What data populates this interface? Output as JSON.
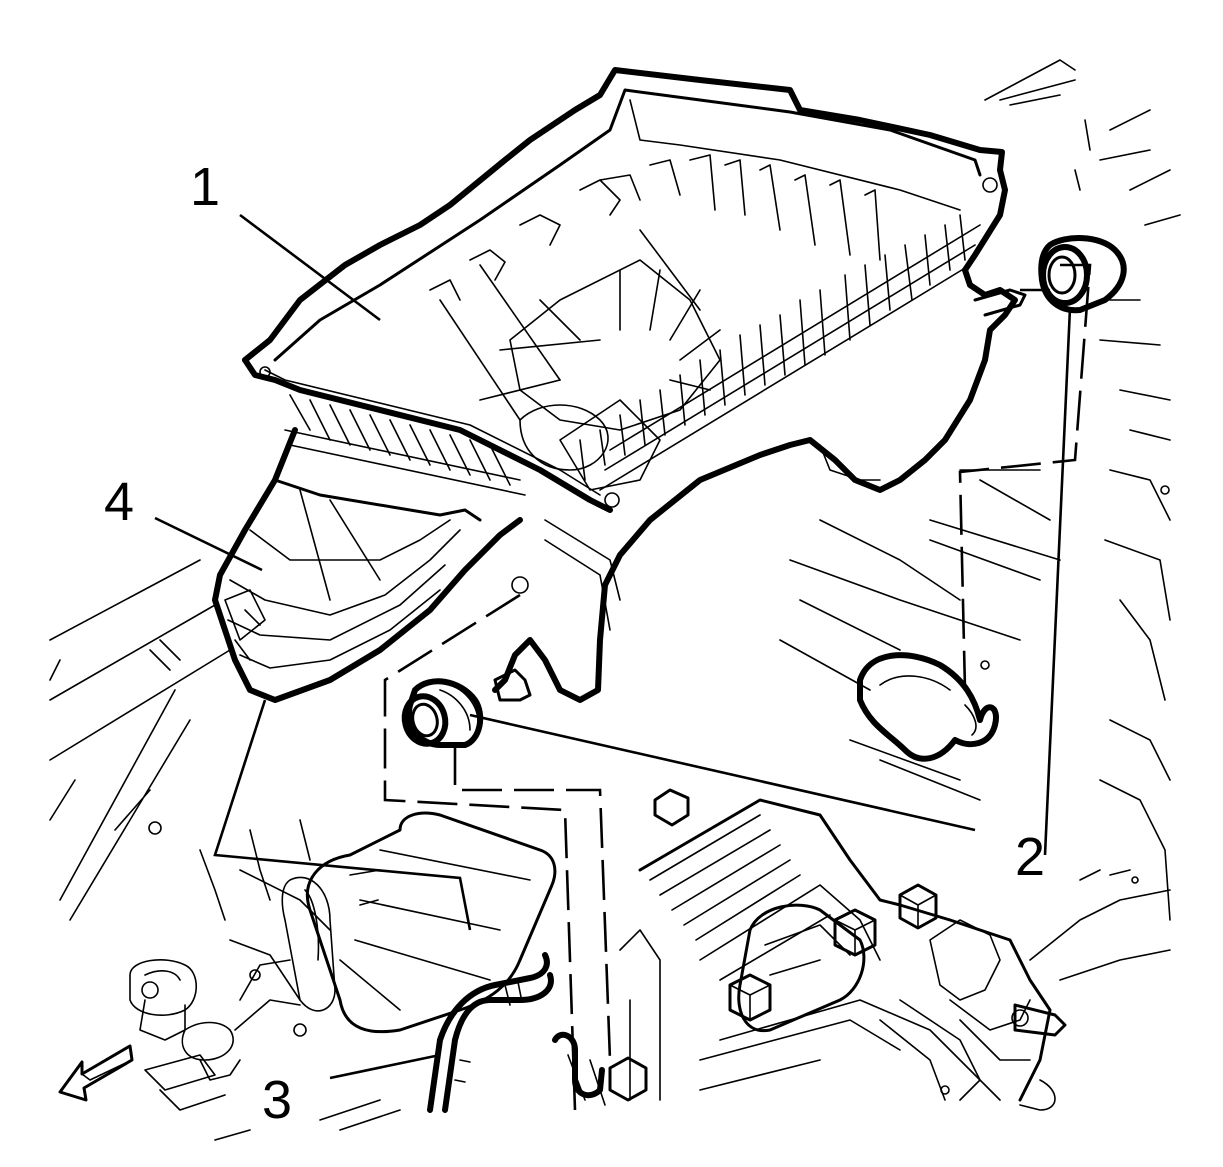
{
  "callouts": [
    {
      "id": "1",
      "label": "1"
    },
    {
      "id": "2",
      "label": "2"
    },
    {
      "id": "3",
      "label": "3"
    },
    {
      "id": "4",
      "label": "4"
    }
  ],
  "arrow": {
    "icon": "front-direction-arrow-icon"
  }
}
